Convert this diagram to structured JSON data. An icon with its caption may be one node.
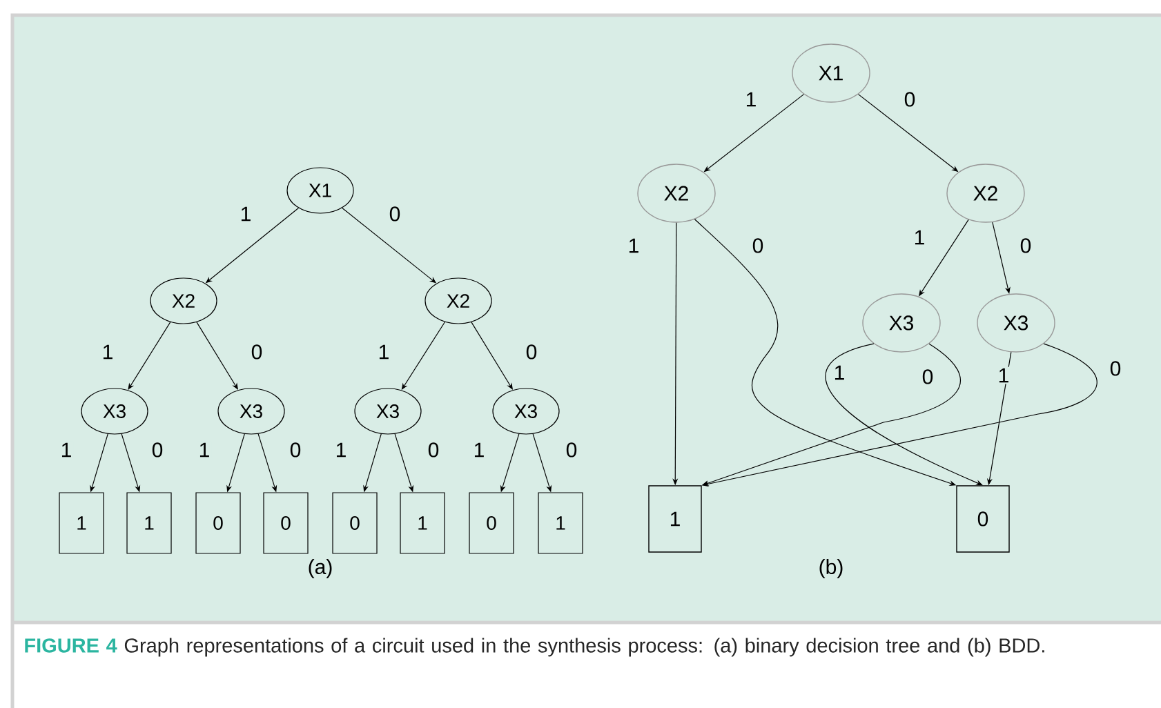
{
  "diagram": {
    "caption": "**FIGURE 4** Graph representations of a circuit used in the synthesis process: (a) binary decision tree and (b) BDD.",
    "nodes": [
      {
        "text": [
          "X1"
        ]
      },
      {
        "text": [
          "X2"
        ]
      },
      {
        "text": [
          "X2"
        ]
      },
      {
        "text": [
          "X3"
        ]
      },
      {
        "text": [
          "X3"
        ]
      },
      {
        "text": [
          "X3"
        ]
      },
      {
        "text": [
          "X3"
        ]
      },
      {
        "text": [
          "1"
        ]
      },
      {
        "text": [
          "1"
        ]
      },
      {
        "text": [
          "0"
        ]
      },
      {
        "text": [
          "0"
        ]
      },
      {
        "text": [
          "0"
        ]
      },
      {
        "text": [
          "1"
        ]
      },
      {
        "text": [
          "0"
        ]
      },
      {
        "text": [
          "1"
        ]
      },
      {
        "text": [
          "X1"
        ]
      },
      {
        "text": [
          "X2"
        ]
      },
      {
        "text": [
          "X2"
        ]
      },
      {
        "text": [
          "X3"
        ]
      },
      {
        "text": [
          "X3"
        ]
      },
      {
        "text": [
          "1"
        ]
      },
      {
        "text": [
          "0"
        ]
      }
    ],
    "edges": [
      {
        "from": 0,
        "to": 1,
        "arrow": "to",
        "label": "1"
      },
      {
        "from": 0,
        "to": 2,
        "arrow": "to",
        "label": "0"
      },
      {
        "from": 1,
        "to": 3,
        "arrow": "to",
        "label": "1"
      },
      {
        "from": 1,
        "to": 4,
        "arrow": "to",
        "label": "0"
      },
      {
        "from": 2,
        "to": 5,
        "arrow": "to",
        "label": "1"
      },
      {
        "from": 2,
        "to": 6,
        "arrow": "to",
        "label": "0"
      },
      {
        "from": 3,
        "to": 7,
        "arrow": "to",
        "label": "1"
      },
      {
        "from": 3,
        "to": 8,
        "arrow": "to",
        "label": "0"
      },
      {
        "from": 4,
        "to": 9,
        "arrow": "to",
        "label": "1"
      },
      {
        "from": 4,
        "to": 10,
        "arrow": "to",
        "label": "0"
      },
      {
        "from": 5,
        "to": 11,
        "arrow": "to",
        "label": "1"
      },
      {
        "from": 5,
        "to": 12,
        "arrow": "to",
        "label": "0"
      },
      {
        "from": 6,
        "to": 13,
        "arrow": "to",
        "label": "1"
      },
      {
        "from": 6,
        "to": 14,
        "arrow": "to",
        "label": "0"
      },
      {
        "from": 15,
        "to": 16,
        "arrow": "to",
        "label": "1"
      },
      {
        "from": 15,
        "to": 17,
        "arrow": "to",
        "label": "0"
      },
      {
        "from": 16,
        "to": 20,
        "arrow": "to",
        "label": "1"
      },
      {
        "from": 16,
        "to": 21,
        "arrow": "to",
        "label": "0"
      },
      {
        "from": 17,
        "to": 18,
        "arrow": "to",
        "label": "1"
      },
      {
        "from": 17,
        "to": 19,
        "arrow": "to",
        "label": "0"
      },
      {
        "from": 18,
        "to": 21,
        "arrow": "to",
        "label": "1"
      },
      {
        "from": 18,
        "to": 20,
        "arrow": "to",
        "label": "0"
      },
      {
        "from": 19,
        "to": 21,
        "arrow": "to",
        "label": "1"
      },
      {
        "from": 19,
        "to": 20,
        "arrow": "to",
        "label": "0"
      }
    ],
    "labels": [
      "(a)",
      "(b)"
    ]
  }
}
